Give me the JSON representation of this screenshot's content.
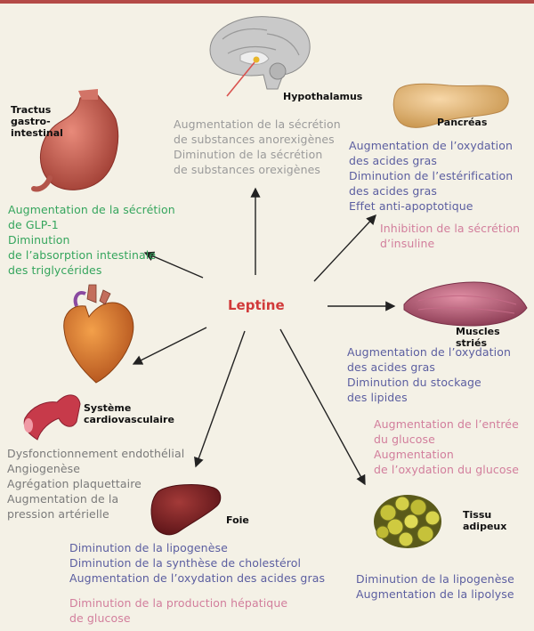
{
  "center": {
    "label": "Leptine"
  },
  "organs": {
    "hypothalamus": {
      "label": "Hypothalamus"
    },
    "pancreas": {
      "label": "Pancréas"
    },
    "tractus": {
      "label": "Tractus\ngastro-\nintestinal"
    },
    "muscles": {
      "label": "Muscles striés"
    },
    "cardio": {
      "label": "Système\ncardiovasculaire"
    },
    "foie": {
      "label": "Foie"
    },
    "tissu": {
      "label": "Tissu\nadipeux"
    }
  },
  "effects": {
    "hypothalamus": "Augmentation de la sécrétion\nde substances anorexigènes\nDiminution de la sécrétion\nde substances orexigènes",
    "pancreas_blue": "Augmentation de l’oxydation\ndes acides gras\nDiminution de l’estérification\ndes acides gras\n     Effet anti-apoptotique",
    "pancreas_pink": "Inhibition de la sécrétion\nd’insuline",
    "tractus": "Augmentation de la sécrétion\nde GLP-1\nDiminution\nde l’absorption intestinale\ndes triglycérides",
    "muscles_blue": "Augmentation de l’oxydation\ndes acides gras\nDiminution du stockage\ndes lipides",
    "muscles_pink": "Augmentation de l’entrée\ndu glucose\nAugmentation\nde l’oxydation du glucose",
    "cardio": "Dysfonctionnement endothélial\nAngiogenèse\nAgrégation plaquettaire\nAugmentation de la\npression artérielle",
    "foie_blue": "Diminution de la lipogenèse\nDiminution de la synthèse de cholestérol\nAugmentation de l’oxydation des acides gras",
    "foie_pink": "Diminution de la production hépatique\nde glucose",
    "tissu": "Diminution de la lipogenèse\nAugmentation de la lipolyse"
  },
  "colors": {
    "title_red": "#d13a3a",
    "blue": "#5b5ea0",
    "green": "#35a55d",
    "pink": "#d27e9c",
    "gray": "#9a9a9a",
    "background": "#f4f1e6"
  }
}
